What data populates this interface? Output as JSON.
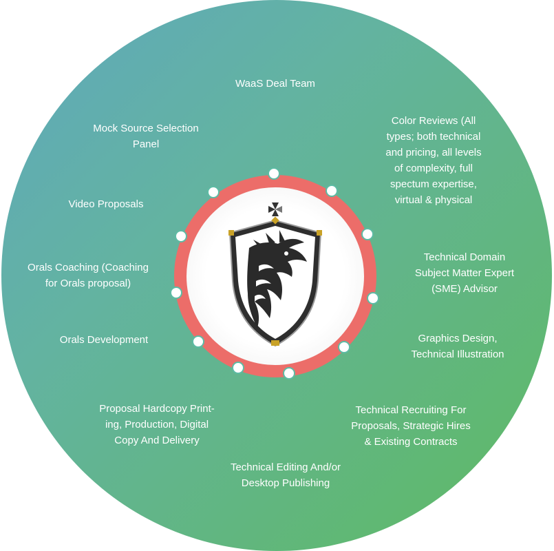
{
  "services": [
    {
      "label": "WaaS Deal Team"
    },
    {
      "label": "Color Reviews (All\ntypes; both technical\nand pricing, all levels\nof complexity, full\nspectum expertise,\nvirtual & physical"
    },
    {
      "label": "Technical Domain\nSubject Matter Expert\n(SME) Advisor"
    },
    {
      "label": "Graphics Design,\nTechnical Illustration"
    },
    {
      "label": "Technical Recruiting For\nProposals, Strategic Hires\n& Existing Contracts"
    },
    {
      "label": "Technical Editing And/or\nDesktop Publishing"
    },
    {
      "label": "Proposal Hardcopy Print-\ning, Production, Digital\nCopy And Delivery"
    },
    {
      "label": "Orals Development"
    },
    {
      "label": "Orals Coaching (Coaching\nfor Orals proposal)"
    },
    {
      "label": "Video Proposals"
    },
    {
      "label": "Mock Source Selection\nPanel"
    }
  ],
  "colors": {
    "ring": "#ec6d69",
    "gradient_start": "#5fa8bd",
    "gradient_end": "#5fbb62",
    "text": "#ffffff"
  },
  "center_icon": "dragon-shield-logo-icon"
}
